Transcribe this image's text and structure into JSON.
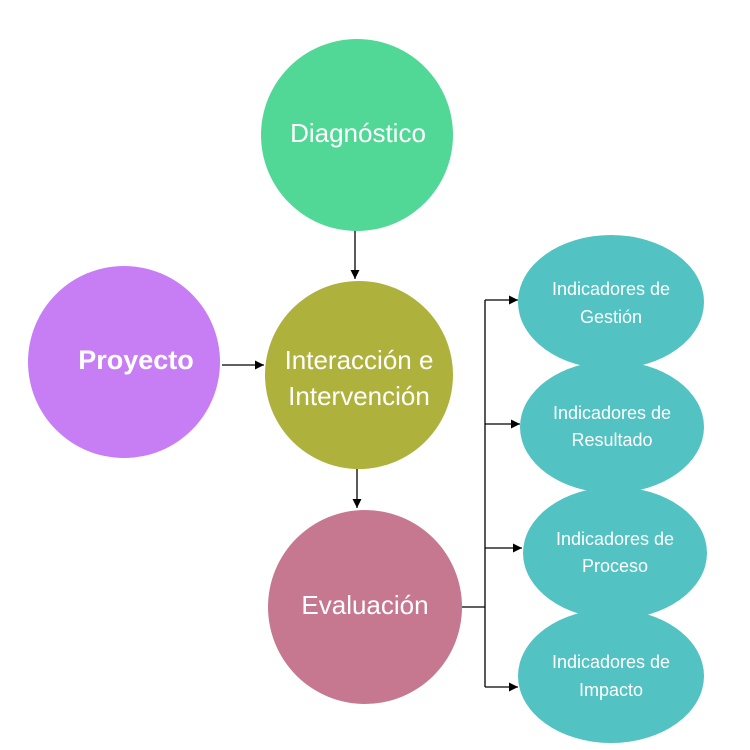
{
  "nodes": {
    "diagnostico": {
      "label": "Diagnóstico",
      "color": "#52d896"
    },
    "proyecto": {
      "label": "Proyecto",
      "color": "#c77ef5"
    },
    "interaccion": {
      "lines": [
        "Interacción e",
        "Intervención"
      ],
      "color": "#aeb23c"
    },
    "evaluacion": {
      "label": "Evaluación",
      "color": "#c77891"
    }
  },
  "indicators": [
    {
      "lines": [
        "Indicadores de",
        "Gestión"
      ],
      "color": "#52c2c2"
    },
    {
      "lines": [
        "Indicadores de",
        "Resultado"
      ],
      "color": "#52c2c2"
    },
    {
      "lines": [
        "Indicadores de",
        "Proceso"
      ],
      "color": "#52c2c2"
    },
    {
      "lines": [
        "Indicadores de",
        "Impacto"
      ],
      "color": "#52c2c2"
    }
  ],
  "connector_color": "#000000"
}
